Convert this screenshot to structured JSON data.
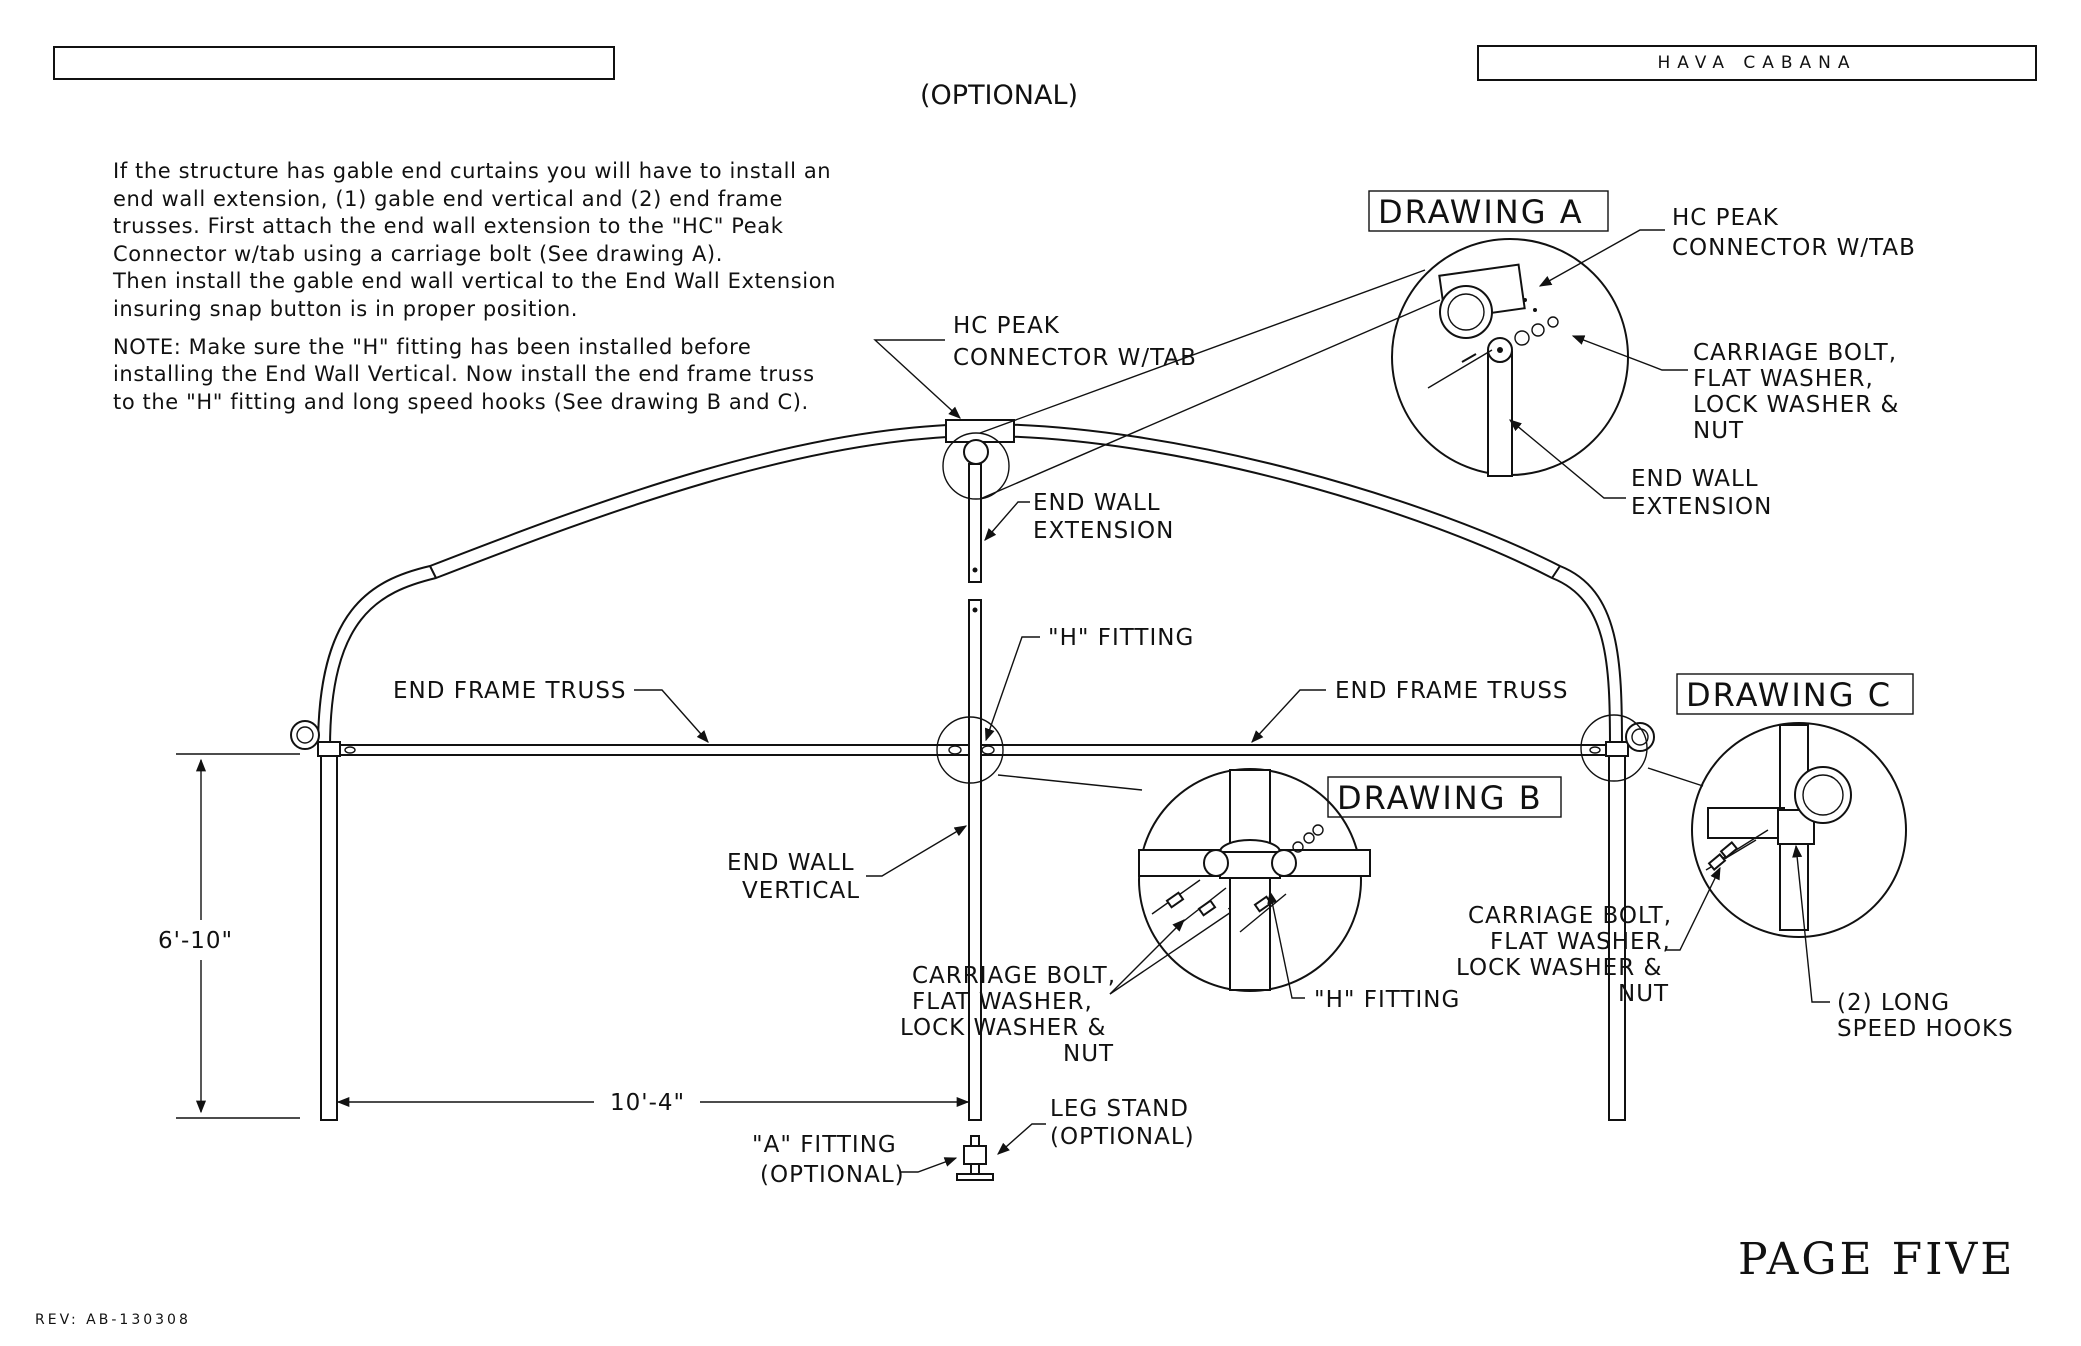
{
  "header": {
    "left_box": "",
    "product": "HAVA CABANA"
  },
  "title": "(OPTIONAL)",
  "instructions": {
    "paragraph": "If the structure has gable end curtains you will have to install an\nend wall extension, (1) gable end vertical and (2) end frame\ntrusses.  First attach the end wall extension to the \"HC\" Peak\nConnector w/tab using a carriage bolt (See drawing A).\nThen install the gable end wall vertical to the End Wall Extension\ninsuring snap button is in proper position.",
    "note": "NOTE:  Make sure the \"H\" fitting has  been installed before\ninstalling the End Wall Vertical.  Now install the end frame truss\nto the \"H\" fitting and long speed hooks (See drawing B and C)."
  },
  "labels": {
    "hc_peak_l1": "HC PEAK",
    "hc_peak_l2": "CONNECTOR W/TAB",
    "end_wall_ext_l1": "END WALL",
    "end_wall_ext_l2": "EXTENSION",
    "h_fitting": "\"H\" FITTING",
    "end_frame_truss_left": "END FRAME TRUSS",
    "end_frame_truss_right": "END FRAME TRUSS",
    "end_wall_vert_l1": "END WALL",
    "end_wall_vert_l2": "VERTICAL",
    "height_dim": "6'-10\"",
    "width_dim": "10'-4\"",
    "bolt_l1": "CARRIAGE BOLT,",
    "bolt_l2": "FLAT WASHER,",
    "bolt_l3": "LOCK WASHER &",
    "bolt_l4": "NUT",
    "a_fitting_l1": "\"A\" FITTING",
    "a_fitting_l2": "(OPTIONAL)",
    "leg_stand_l1": "LEG STAND",
    "leg_stand_l2": "(OPTIONAL)",
    "h_fitting_b": "\"H\" FITTING",
    "long_hooks_l1": "(2) LONG",
    "long_hooks_l2": "SPEED HOOKS"
  },
  "drawing_a": {
    "title": "DRAWING A",
    "peak_l1": "HC PEAK",
    "peak_l2": "CONNECTOR W/TAB",
    "bolt_l1": "CARRIAGE BOLT,",
    "bolt_l2": "FLAT WASHER,",
    "bolt_l3": "LOCK WASHER &",
    "bolt_l4": "NUT",
    "ext_l1": "END WALL",
    "ext_l2": "EXTENSION"
  },
  "drawing_b": {
    "title": "DRAWING B"
  },
  "drawing_c": {
    "title": "DRAWING C"
  },
  "footer": {
    "page": "PAGE FIVE",
    "rev": "REV: AB-130308"
  }
}
